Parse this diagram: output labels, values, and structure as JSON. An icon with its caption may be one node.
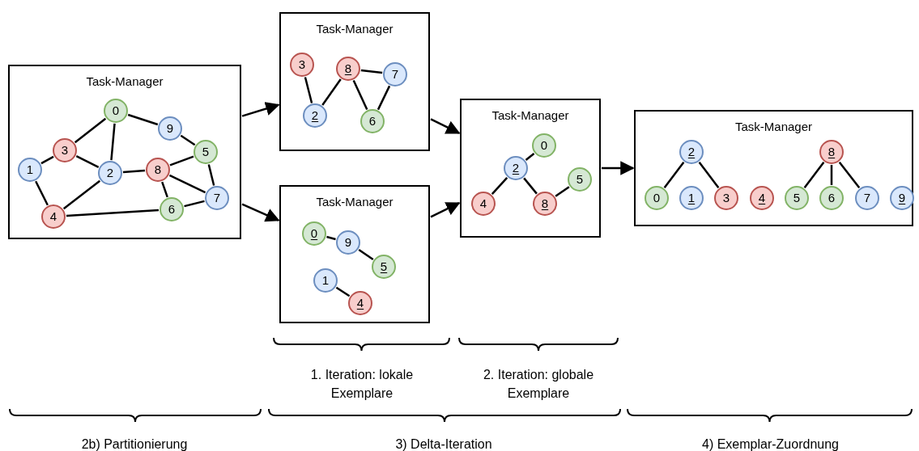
{
  "diagram": {
    "nodes": [
      {
        "text": [
          "Task-Manager"
        ]
      },
      {
        "text": [
          "0"
        ],
        "in": 0
      },
      {
        "text": [
          "9"
        ],
        "in": 0
      },
      {
        "text": [
          "3"
        ],
        "in": 0
      },
      {
        "text": [
          "5"
        ],
        "in": 0
      },
      {
        "text": [
          "1"
        ],
        "in": 0
      },
      {
        "text": [
          "2"
        ],
        "in": 0
      },
      {
        "text": [
          "8"
        ],
        "in": 0
      },
      {
        "text": [
          "7"
        ],
        "in": 0
      },
      {
        "text": [
          "6"
        ],
        "in": 0
      },
      {
        "text": [
          "4"
        ],
        "in": 0
      },
      {
        "text": [
          "Task-Manager"
        ]
      },
      {
        "text": [
          "3"
        ],
        "in": 11
      },
      {
        "text": [
          "8"
        ],
        "in": 11
      },
      {
        "text": [
          "7"
        ],
        "in": 11
      },
      {
        "text": [
          "2"
        ],
        "in": 11
      },
      {
        "text": [
          "6"
        ],
        "in": 11
      },
      {
        "text": [
          "Task-Manager"
        ]
      },
      {
        "text": [
          "0"
        ],
        "in": 17
      },
      {
        "text": [
          "9"
        ],
        "in": 17
      },
      {
        "text": [
          "5"
        ],
        "in": 17
      },
      {
        "text": [
          "1"
        ],
        "in": 17
      },
      {
        "text": [
          "4"
        ],
        "in": 17
      },
      {
        "text": [
          "Task-Manager"
        ]
      },
      {
        "text": [
          "0"
        ],
        "in": 23
      },
      {
        "text": [
          "2"
        ],
        "in": 23
      },
      {
        "text": [
          "5"
        ],
        "in": 23
      },
      {
        "text": [
          "4"
        ],
        "in": 23
      },
      {
        "text": [
          "8"
        ],
        "in": 23
      },
      {
        "text": [
          "Task-Manager"
        ]
      },
      {
        "text": [
          "2"
        ],
        "in": 29
      },
      {
        "text": [
          "8"
        ],
        "in": 29
      },
      {
        "text": [
          "0"
        ],
        "in": 29
      },
      {
        "text": [
          "1"
        ],
        "in": 29
      },
      {
        "text": [
          "3"
        ],
        "in": 29
      },
      {
        "text": [
          "4"
        ],
        "in": 29
      },
      {
        "text": [
          "5"
        ],
        "in": 29
      },
      {
        "text": [
          "6"
        ],
        "in": 29
      },
      {
        "text": [
          "7"
        ],
        "in": 29
      },
      {
        "text": [
          "9"
        ],
        "in": 29
      }
    ],
    "edges": [
      {
        "from": 0,
        "to": 11,
        "arrow": "to"
      },
      {
        "from": 0,
        "to": 17,
        "arrow": "to"
      },
      {
        "from": 11,
        "to": 23,
        "arrow": "to"
      },
      {
        "from": 17,
        "to": 23,
        "arrow": "to"
      },
      {
        "from": 23,
        "to": 29,
        "arrow": "to"
      },
      {
        "from": 1,
        "to": 3,
        "arrow": "none"
      },
      {
        "from": 1,
        "to": 6,
        "arrow": "none"
      },
      {
        "from": 1,
        "to": 2,
        "arrow": "none"
      },
      {
        "from": 2,
        "to": 4,
        "arrow": "none"
      },
      {
        "from": 3,
        "to": 5,
        "arrow": "none"
      },
      {
        "from": 3,
        "to": 6,
        "arrow": "none"
      },
      {
        "from": 5,
        "to": 10,
        "arrow": "none"
      },
      {
        "from": 6,
        "to": 10,
        "arrow": "none"
      },
      {
        "from": 6,
        "to": 7,
        "arrow": "none"
      },
      {
        "from": 7,
        "to": 4,
        "arrow": "none"
      },
      {
        "from": 7,
        "to": 8,
        "arrow": "none"
      },
      {
        "from": 7,
        "to": 9,
        "arrow": "none"
      },
      {
        "from": 4,
        "to": 8,
        "arrow": "none"
      },
      {
        "from": 10,
        "to": 9,
        "arrow": "none"
      },
      {
        "from": 9,
        "to": 8,
        "arrow": "none"
      },
      {
        "from": 12,
        "to": 15,
        "arrow": "none"
      },
      {
        "from": 15,
        "to": 13,
        "arrow": "none"
      },
      {
        "from": 13,
        "to": 16,
        "arrow": "none"
      },
      {
        "from": 13,
        "to": 14,
        "arrow": "none"
      },
      {
        "from": 14,
        "to": 16,
        "arrow": "none"
      },
      {
        "from": 18,
        "to": 19,
        "arrow": "none"
      },
      {
        "from": 19,
        "to": 20,
        "arrow": "none"
      },
      {
        "from": 21,
        "to": 22,
        "arrow": "none"
      },
      {
        "from": 25,
        "to": 24,
        "arrow": "none"
      },
      {
        "from": 25,
        "to": 27,
        "arrow": "none"
      },
      {
        "from": 25,
        "to": 28,
        "arrow": "none"
      },
      {
        "from": 28,
        "to": 26,
        "arrow": "none"
      },
      {
        "from": 30,
        "to": 32,
        "arrow": "none"
      },
      {
        "from": 30,
        "to": 34,
        "arrow": "none"
      },
      {
        "from": 31,
        "to": 36,
        "arrow": "none"
      },
      {
        "from": 31,
        "to": 37,
        "arrow": "none"
      },
      {
        "from": 31,
        "to": 38,
        "arrow": "none"
      }
    ],
    "labels": [
      "1. Iteration: lokale Exemplare",
      "2. Iteration: globale Exemplare",
      "2b) Partitionierung",
      "3) Delta-Iteration",
      "4) Exemplar-Zuordnung"
    ]
  }
}
